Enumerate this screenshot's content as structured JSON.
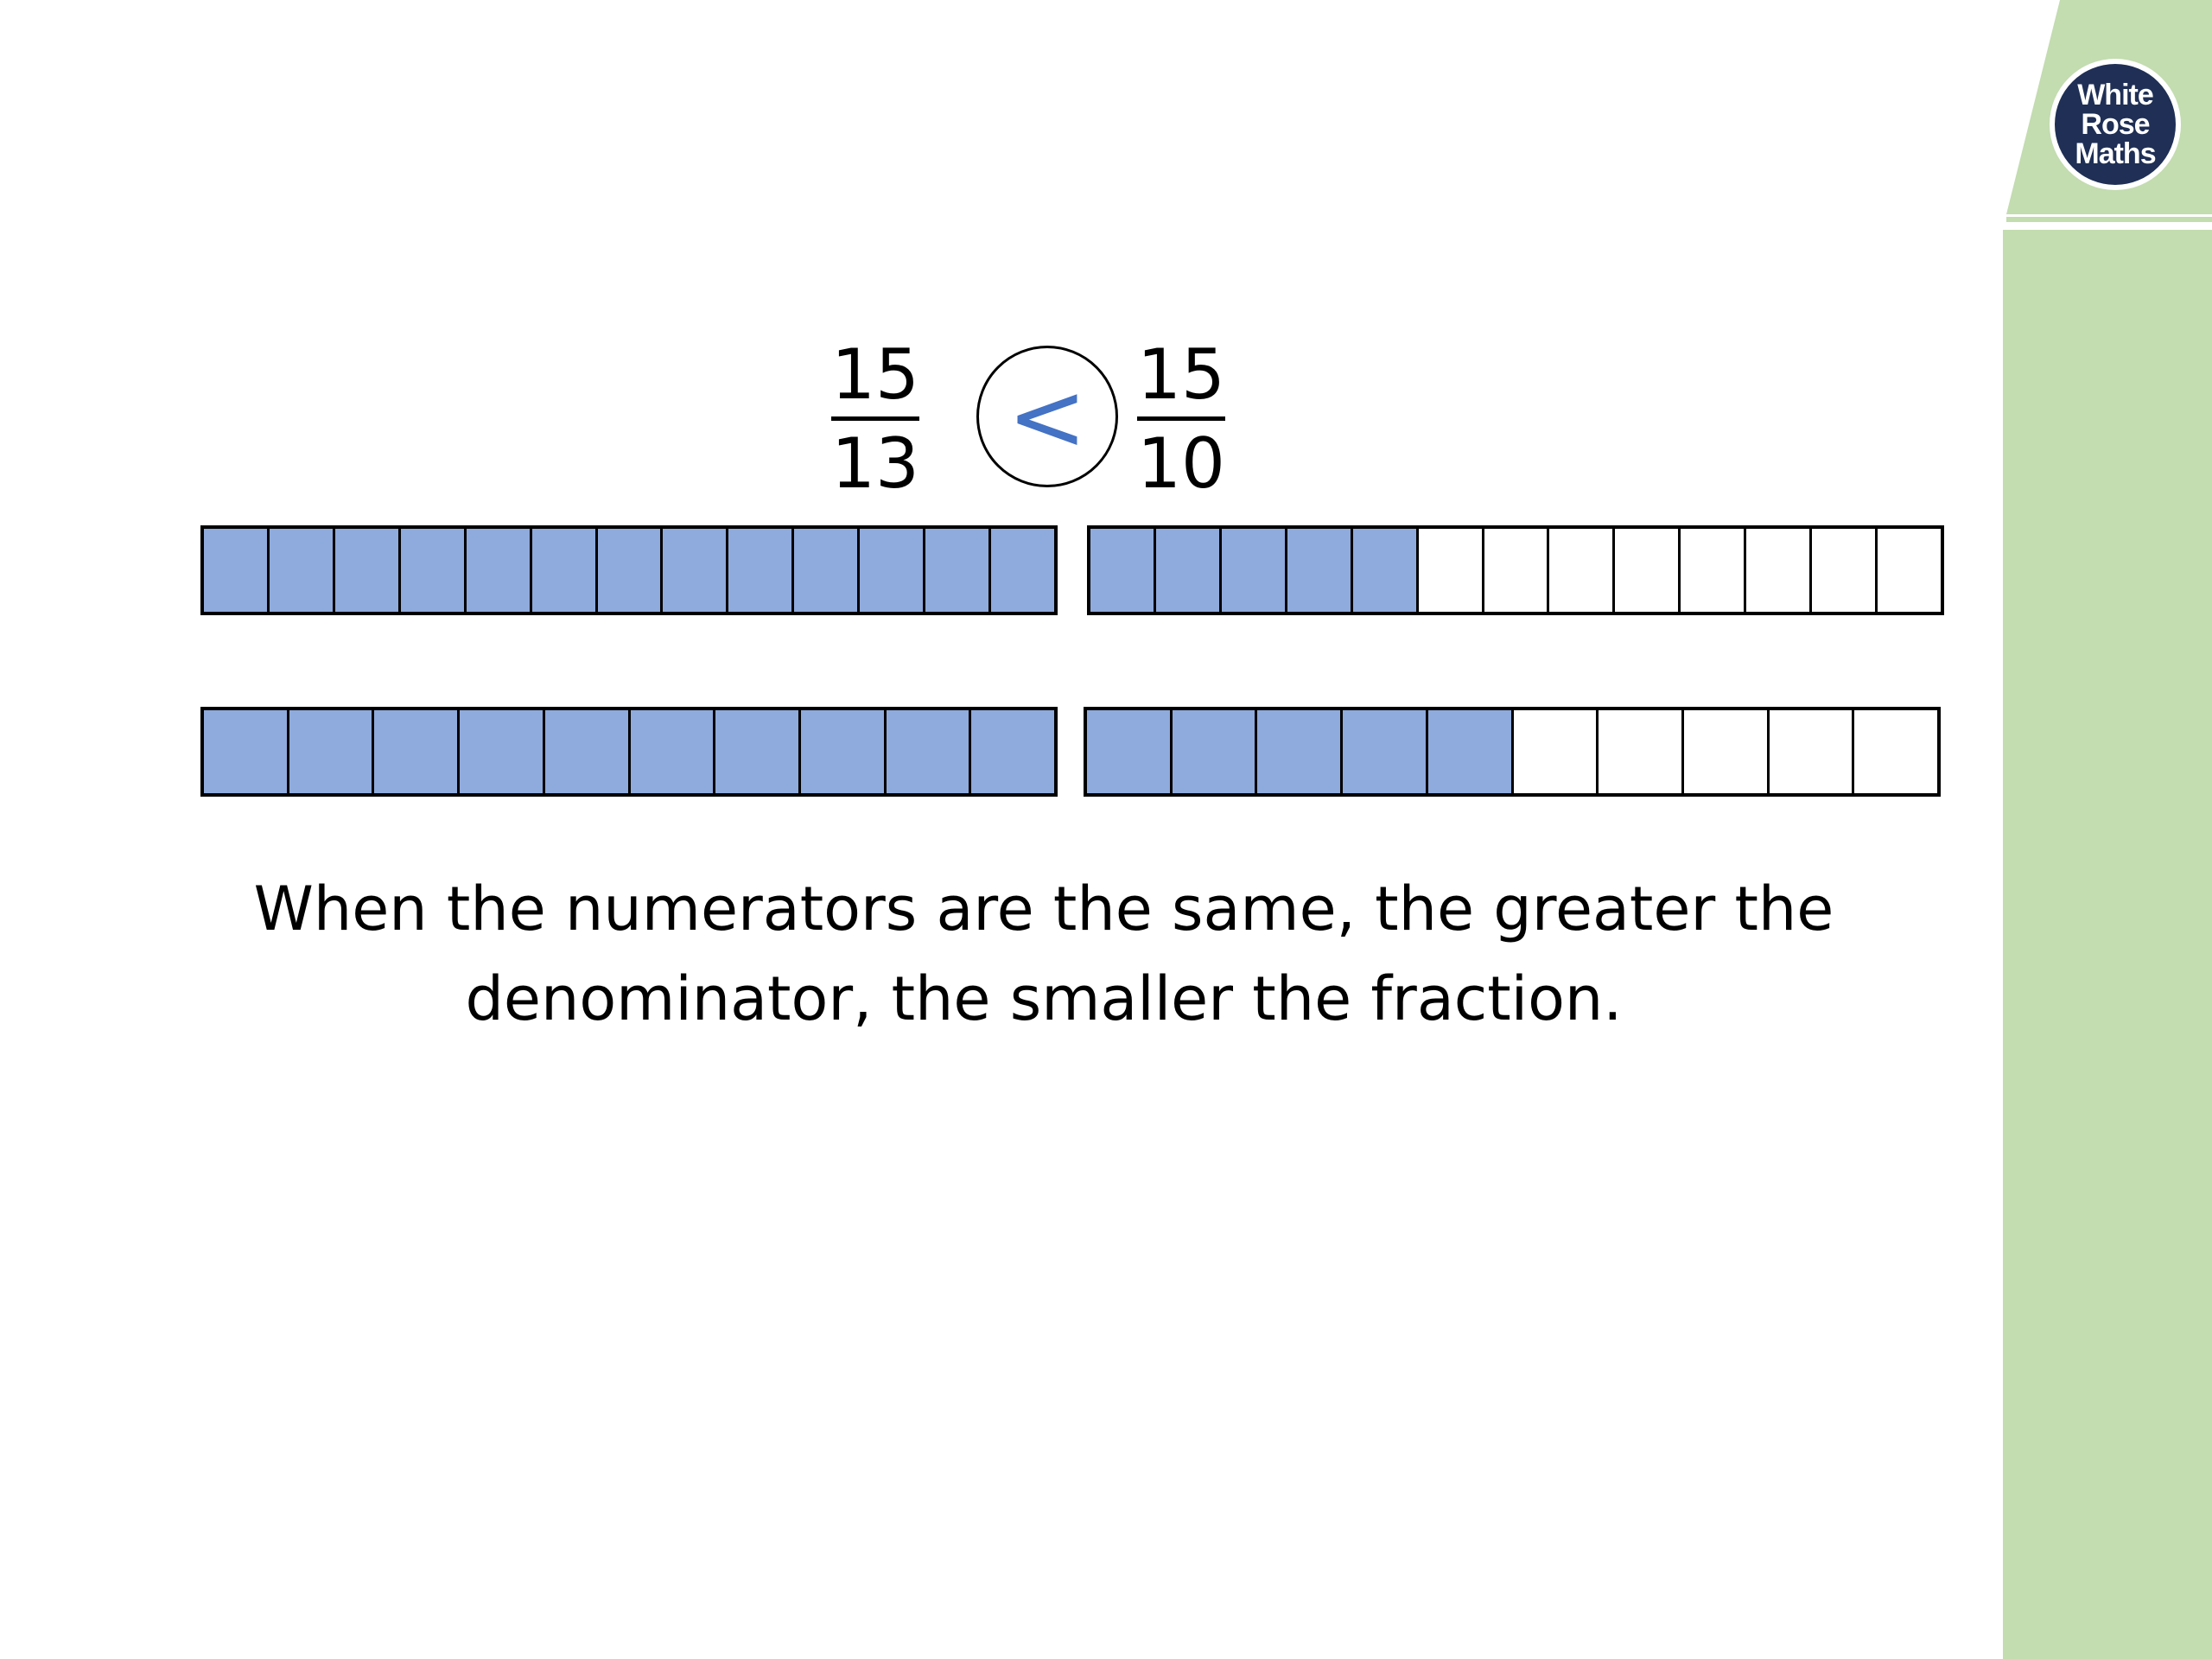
{
  "colors": {
    "strip": "#c3dcb0",
    "navy": "#1f2f55",
    "fill": "#8faadc",
    "symbol": "#4472c4"
  },
  "logo": {
    "line1": "White",
    "line2": "Rose",
    "line3": "Maths"
  },
  "comparison": {
    "left": {
      "numerator": "15",
      "denominator": "13"
    },
    "symbol": "<",
    "right": {
      "numerator": "15",
      "denominator": "10"
    }
  },
  "bar_models": [
    {
      "total_cells": 13,
      "filled_cells": 13
    },
    {
      "total_cells": 13,
      "filled_cells": 5
    },
    {
      "total_cells": 10,
      "filled_cells": 10
    },
    {
      "total_cells": 10,
      "filled_cells": 5
    }
  ],
  "caption": {
    "line1": "When the numerators are the same, the greater the",
    "line2": "denominator, the smaller the fraction."
  }
}
